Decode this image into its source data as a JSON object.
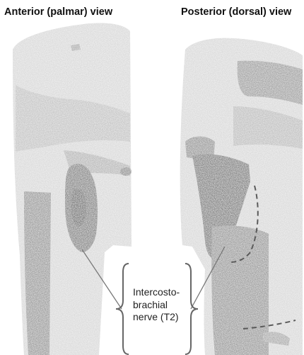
{
  "titles": {
    "anterior": "Anterior (palmar) view",
    "posterior": "Posterior (dorsal) view"
  },
  "annotation": {
    "lines": [
      "Intercosto-",
      "brachial",
      "nerve (T2)"
    ]
  },
  "colors": {
    "skin_light": "#dcdcdc",
    "skin_mid": "#c9c9c9",
    "dermatome_zone": "#a3a3a3",
    "dermatome_dark": "#8a8a8a",
    "leader_line": "#777777",
    "dashed_boundary": "#5a5a5a"
  }
}
